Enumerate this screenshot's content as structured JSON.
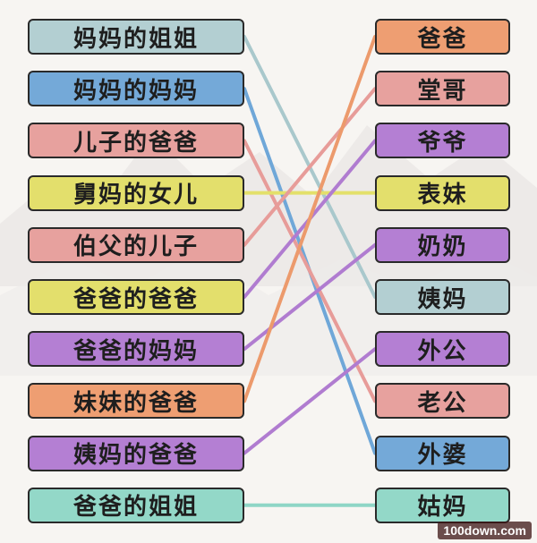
{
  "colors": {
    "teal_gray": "#a9c8cc",
    "blue": "#6fa7d8",
    "pink": "#e79c99",
    "yellow": "#e3e06a",
    "purple": "#b07cd0",
    "orange": "#ec9a6c",
    "mint": "#8fd6c6"
  },
  "left_items": [
    {
      "label": "妈妈的姐姐",
      "color": "#b3cfd2"
    },
    {
      "label": "妈妈的妈妈",
      "color": "#74a9d8"
    },
    {
      "label": "儿子的爸爸",
      "color": "#e7a19e"
    },
    {
      "label": "舅妈的女儿",
      "color": "#e3df6c"
    },
    {
      "label": "伯父的儿子",
      "color": "#e7a19e"
    },
    {
      "label": "爸爸的爸爸",
      "color": "#e3df6c"
    },
    {
      "label": "爸爸的妈妈",
      "color": "#b47fd3"
    },
    {
      "label": "妹妹的爸爸",
      "color": "#ee9e72"
    },
    {
      "label": "姨妈的爸爸",
      "color": "#b47fd3"
    },
    {
      "label": "爸爸的姐姐",
      "color": "#93d8c8"
    }
  ],
  "right_items": [
    {
      "label": "爸爸",
      "color": "#ee9e72"
    },
    {
      "label": "堂哥",
      "color": "#e7a19e"
    },
    {
      "label": "爷爷",
      "color": "#b47fd3"
    },
    {
      "label": "表妹",
      "color": "#e3df6c"
    },
    {
      "label": "奶奶",
      "color": "#b47fd3"
    },
    {
      "label": "姨妈",
      "color": "#b3cfd2"
    },
    {
      "label": "外公",
      "color": "#b47fd3"
    },
    {
      "label": "老公",
      "color": "#e7a19e"
    },
    {
      "label": "外婆",
      "color": "#74a9d8"
    },
    {
      "label": "姑妈",
      "color": "#93d8c8"
    }
  ],
  "connections": [
    {
      "from": 0,
      "to": 5,
      "color": "#a9c8cc"
    },
    {
      "from": 1,
      "to": 8,
      "color": "#6fa7d8"
    },
    {
      "from": 2,
      "to": 7,
      "color": "#e79c99"
    },
    {
      "from": 3,
      "to": 3,
      "color": "#e3e06a"
    },
    {
      "from": 4,
      "to": 1,
      "color": "#e79c99"
    },
    {
      "from": 5,
      "to": 2,
      "color": "#b07cd0"
    },
    {
      "from": 6,
      "to": 4,
      "color": "#b07cd0"
    },
    {
      "from": 7,
      "to": 0,
      "color": "#ec9a6c"
    },
    {
      "from": 8,
      "to": 6,
      "color": "#b07cd0"
    },
    {
      "from": 9,
      "to": 9,
      "color": "#8fd6c6"
    }
  ],
  "watermark": "100down.com"
}
